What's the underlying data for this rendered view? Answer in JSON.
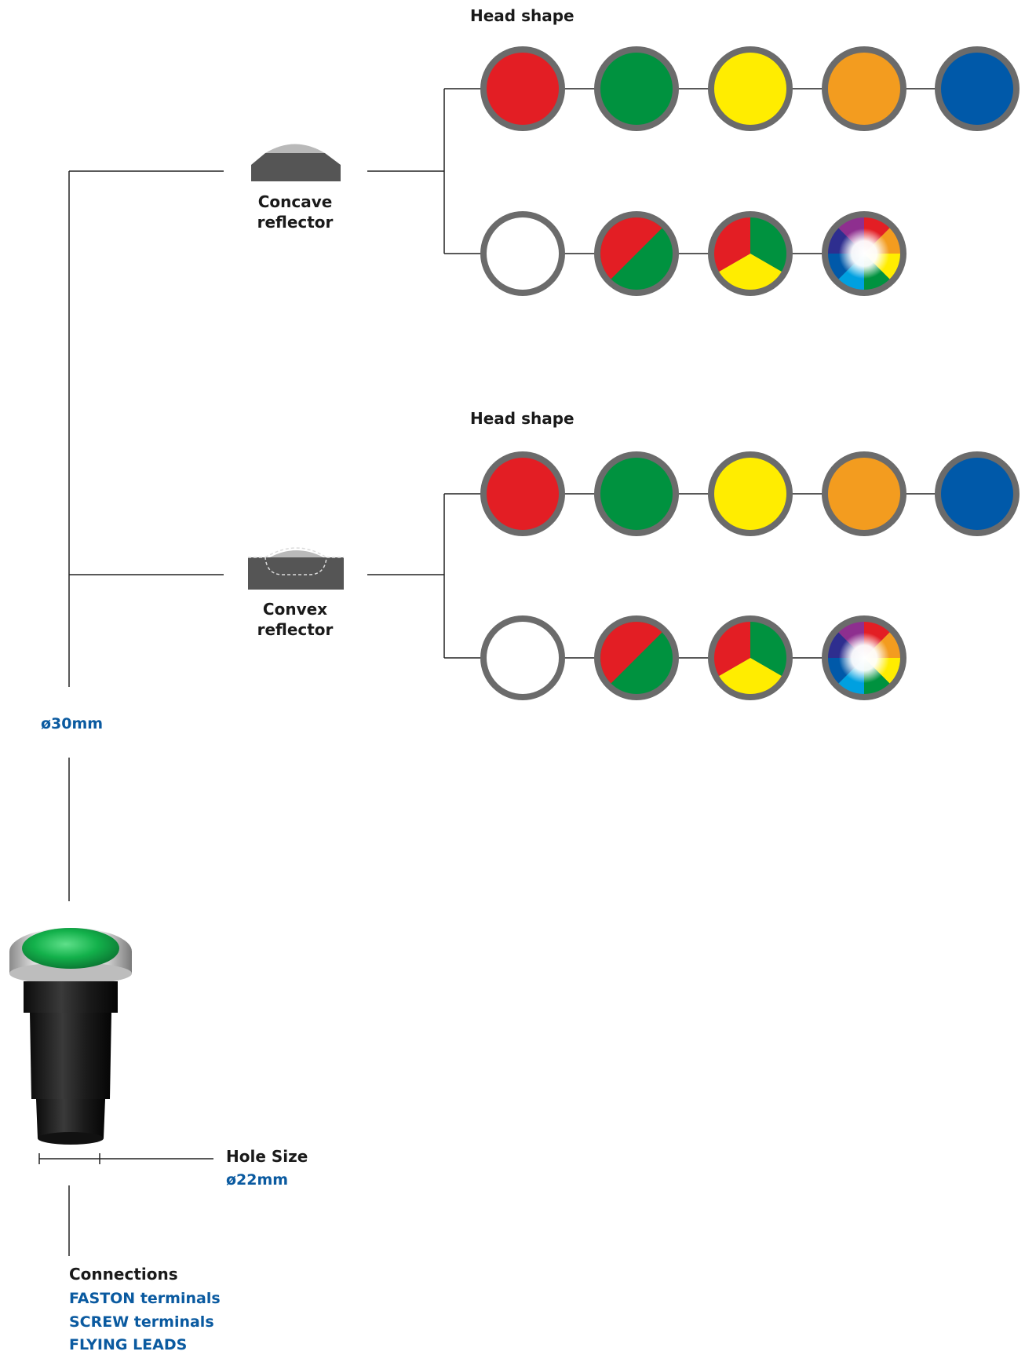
{
  "colors": {
    "red": "#e31e24",
    "green": "#00923f",
    "yellow": "#ffed00",
    "orange": "#f39c1f",
    "blue": "#0059a9",
    "white": "#ffffff",
    "ring": "#6b6b6b",
    "label_blue": "#0a5aa0"
  },
  "sections": [
    {
      "head_shape_label": "Head shape",
      "reflector_label_line1": "Concave",
      "reflector_label_line2": "reflector",
      "row1": [
        "red",
        "green",
        "yellow",
        "orange",
        "blue"
      ],
      "row2": [
        "white",
        "red-green",
        "red-green-yellow",
        "rgb"
      ]
    },
    {
      "head_shape_label": "Head shape",
      "reflector_label_line1": "Convex",
      "reflector_label_line2": "reflector",
      "row1": [
        "red",
        "green",
        "yellow",
        "orange",
        "blue"
      ],
      "row2": [
        "white",
        "red-green",
        "red-green-yellow",
        "rgb"
      ]
    }
  ],
  "diameter_label": "ø30mm",
  "hole_size": {
    "title": "Hole Size",
    "value": "ø22mm"
  },
  "connections": {
    "title": "Connections",
    "items": [
      "FASTON terminals",
      "SCREW terminals",
      "FLYING LEADS"
    ]
  }
}
